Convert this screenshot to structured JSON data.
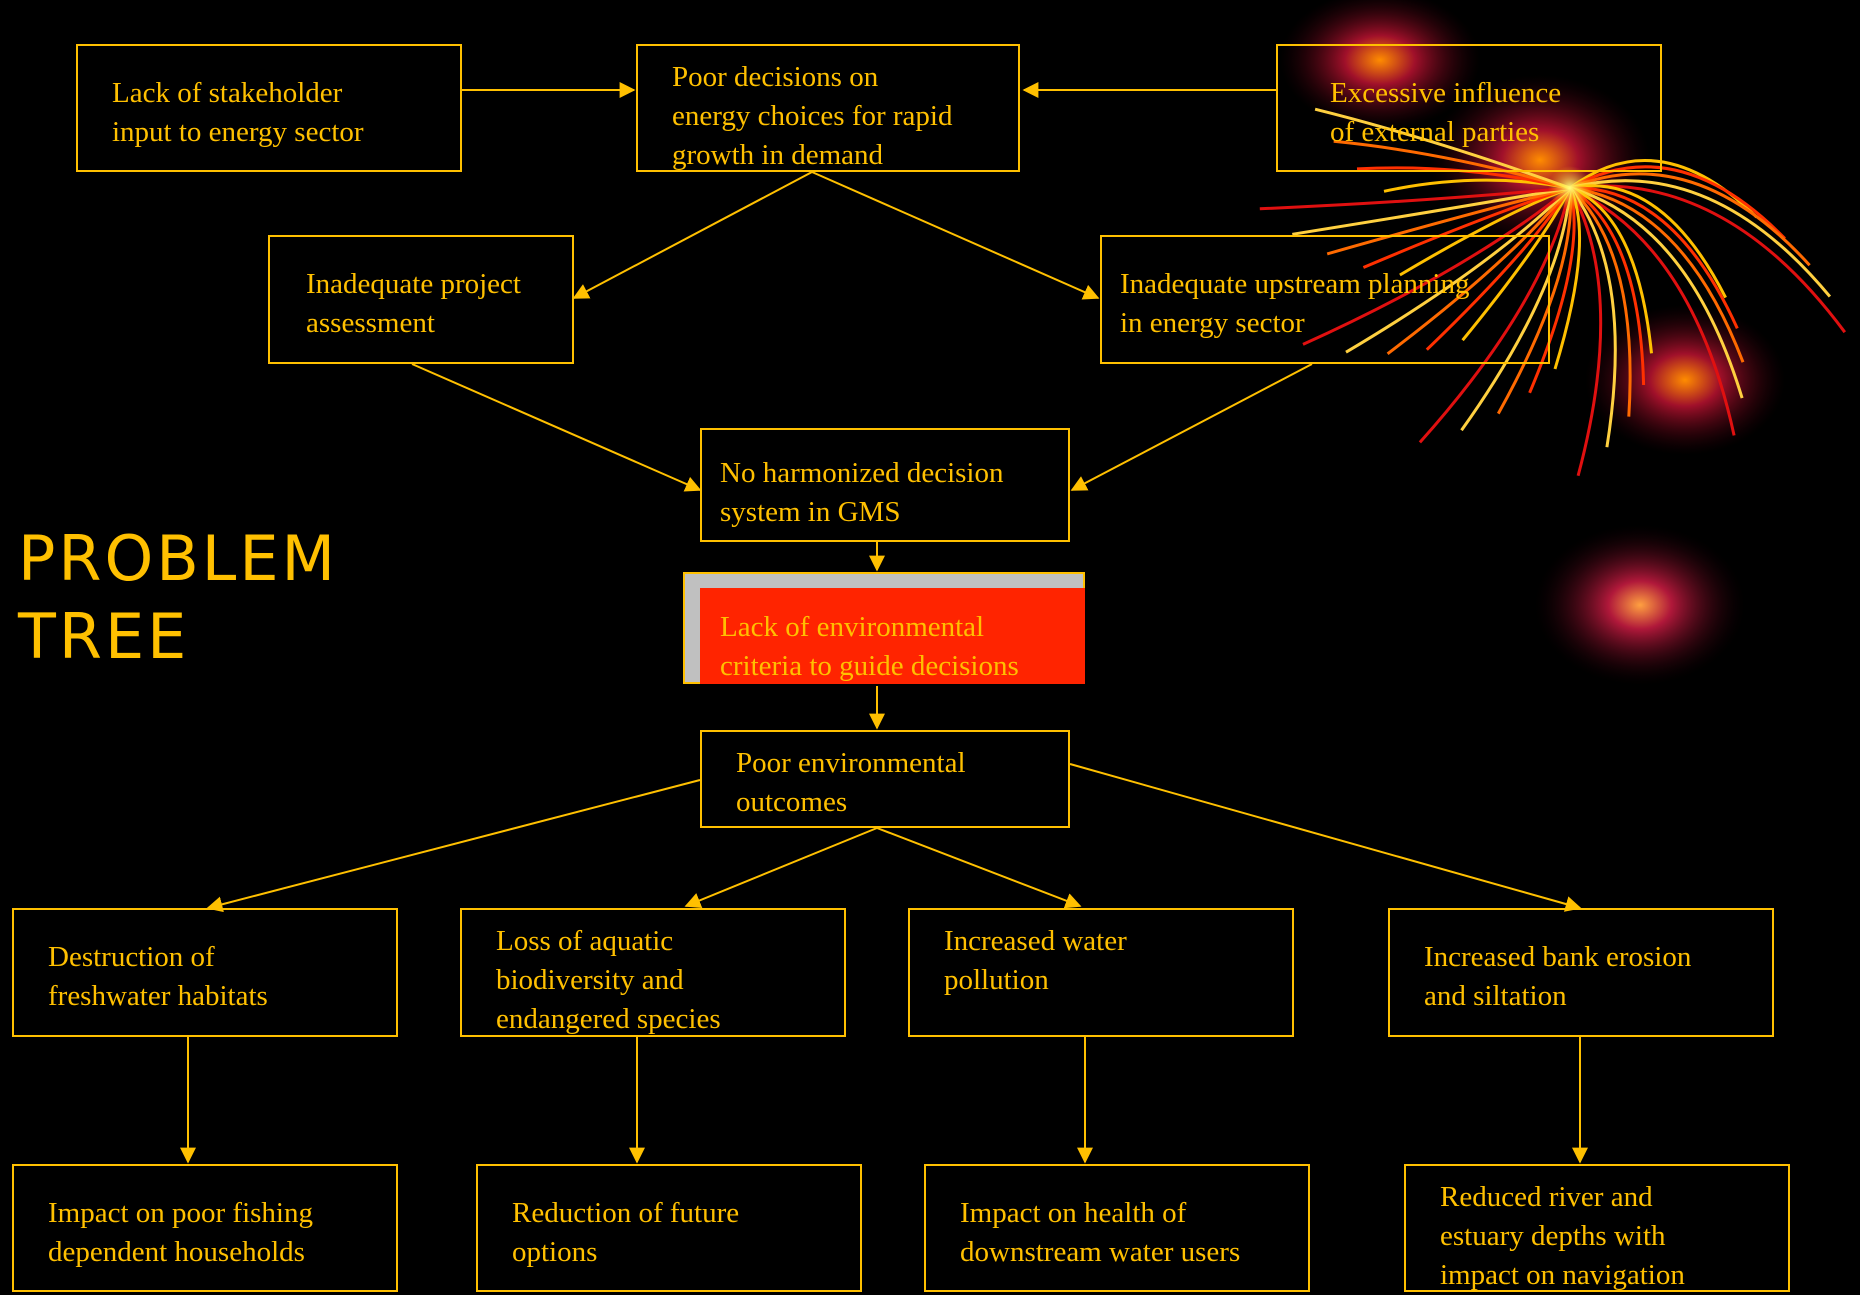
{
  "title": {
    "line1": "PROBLEM",
    "line2": "TREE"
  },
  "nodes": {
    "stakeholder": [
      "Lack of stakeholder",
      "input to energy sector"
    ],
    "poor_decisions": [
      "Poor decisions on",
      "energy choices for rapid",
      "growth in demand"
    ],
    "external": [
      "Excessive influence",
      "of external parties"
    ],
    "project_assessment": [
      "Inadequate project",
      "assessment"
    ],
    "upstream_planning": [
      "Inadequate upstream planning",
      "in energy sector"
    ],
    "no_harmonized": [
      "No harmonized decision",
      "system in GMS"
    ],
    "lack_criteria": [
      "Lack of environmental",
      "criteria to guide decisions"
    ],
    "poor_outcomes": [
      "Poor environmental",
      "outcomes"
    ],
    "habitats": [
      "Destruction of",
      "freshwater habitats"
    ],
    "biodiversity": [
      "Loss of aquatic",
      "biodiversity and",
      "endangered species"
    ],
    "pollution": [
      "Increased water",
      "pollution"
    ],
    "erosion": [
      "Increased bank erosion",
      "and siltation"
    ],
    "fishing": [
      "Impact on poor fishing",
      "dependent households"
    ],
    "future_options": [
      "Reduction of future",
      "options"
    ],
    "health": [
      "Impact on health of",
      "downstream water users"
    ],
    "navigation": [
      "Reduced river and",
      "estuary depths with",
      "impact on navigation"
    ]
  },
  "colors": {
    "line": "#FFC000",
    "highlight": "#FF2400",
    "background": "#000000"
  }
}
